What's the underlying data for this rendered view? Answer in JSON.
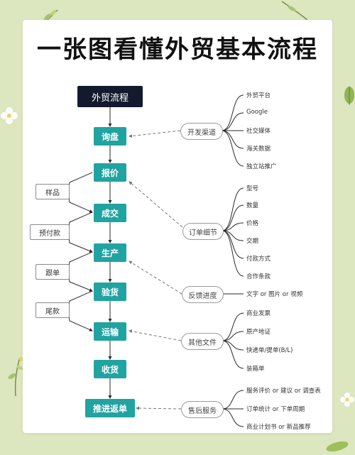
{
  "title": "一张图看懂外贸基本流程",
  "header": "外贸流程",
  "steps": [
    "询盘",
    "报价",
    "成交",
    "生产",
    "验货",
    "运输",
    "收货",
    "推进返单"
  ],
  "side_boxes": [
    "样品",
    "预付款",
    "跟单",
    "尾款"
  ],
  "hubs": [
    "开发渠道",
    "订单细节",
    "反馈进度",
    "其他文件",
    "售后服务"
  ],
  "leaves": {
    "channels": [
      "外贸平台",
      "Google",
      "社交媒体",
      "海关数据",
      "独立站推广"
    ],
    "order_details": [
      "型号",
      "数量",
      "价格",
      "交期",
      "付款方式",
      "合作条款"
    ],
    "feedback": "文字 or 图片 or 视频",
    "documents": [
      "商业发票",
      "原产地证",
      "快递单/提单(B/L)",
      "装箱单"
    ],
    "after_sales": [
      "服务评价 or 建议 or 调查表",
      "订单统计 or 下单周期",
      "商业计划书 or 新品推荐"
    ]
  }
}
